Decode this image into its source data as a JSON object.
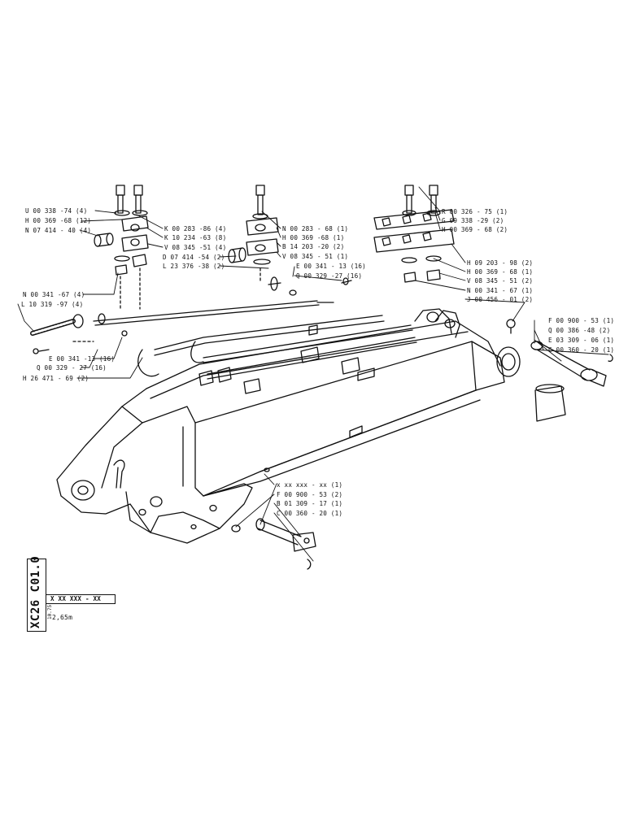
{
  "labels": {
    "u00_338": "U 00 338 -74 (4)",
    "h00_369_12": "H 00 369 -68 (12)",
    "n07_414": "N 07 414 - 40 (4)",
    "k00_283_4": "K 00 283 -86 (4)",
    "k10_234": "K 10 234 -63 (8)",
    "v08_345_4": "V 08 345 -51 (4)",
    "d07_414": "D 07 414 -54 (2)",
    "l23_376": "L 23 376 -38 (2)",
    "n00_283_1": "N 00 283 - 68 (1)",
    "h00_369_1a": "H 00 369 -68 (1)",
    "b14_203": "B 14 203 -20 (2)",
    "v08_345_1": "V 08 345 - 51 (1)",
    "e00_341_16a": "E 00 341 - 13 (16)",
    "q00_329_16a": "Q 00 329 -27 (16)",
    "r00_326": "R 00 326 - 75 (1)",
    "g09_338": "G 09 338 -29 (2)",
    "h00_369_2": "H 00 369 - 68 (2)",
    "h09_203": "H 09 203 - 98 (2)",
    "h00_369_1b": "H 00 369 - 68 (1)",
    "v08_345_2": "V 08 345 - 51 (2)",
    "n00_341_1": "N 00 341 - 67 (1)",
    "j00_456": "J 00 456 - 01 (2)",
    "n00_341_4": "N 00 341 -67 (4)",
    "l10_319": "L 10 319 -97 (4)",
    "e00_341_16b": "E 00 341 -13 (16)",
    "q00_329_16b": "Q 00 329 - 27 (16)",
    "h26_471": "H 26 471 - 69 (2)",
    "f00_900_1": "F 00 900 - 53 (1)",
    "q00_386": "Q 00 386 -48 (2)",
    "e03_309": "E 03 309 - 06 (1)",
    "c00_360_1a": "C 00 360 - 20 (1)",
    "x_xx": "x xx xxx - xx (1)",
    "f00_900_2": "F 00 900 - 53 (2)",
    "b01_309": "B 01 309 - 17 (1)",
    "c00_360_1b": "C 00 360 - 20 (1)"
  },
  "ref_block": {
    "code": "XC26 C01.0",
    "date": "10.75",
    "part_number": "X XX XXX - XX",
    "description": "2,65m"
  }
}
